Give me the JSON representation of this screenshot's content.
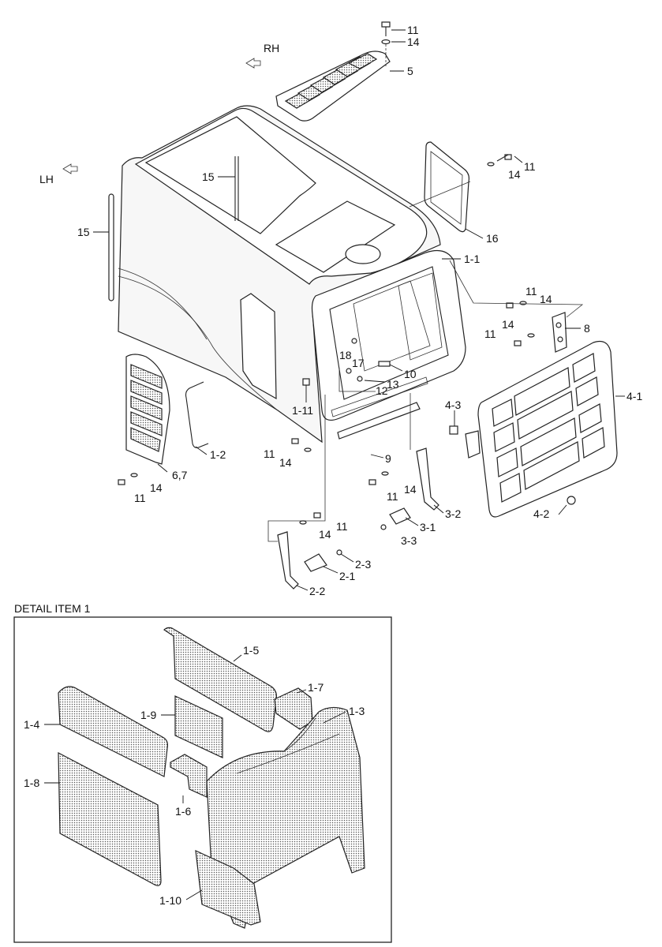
{
  "directions": {
    "rh": "RH",
    "lh": "LH"
  },
  "detail_title": "DETAIL ITEM 1",
  "callouts": {
    "c11a": "11",
    "c14a": "14",
    "c5": "5",
    "c11b": "11",
    "c14b": "14",
    "c16": "16",
    "c15a": "15",
    "c15b": "15",
    "c1_1": "1-1",
    "c11c": "11",
    "c14c": "14",
    "c8": "8",
    "c14d": "14",
    "c11d": "11",
    "c18": "18",
    "c17": "17",
    "c10": "10",
    "c13": "13",
    "c12": "12",
    "c1_11": "1-11",
    "c1_2": "1-2",
    "c6_7": "6,7",
    "c14e": "14",
    "c11e": "11",
    "c11f": "11",
    "c14f": "14",
    "c9": "9",
    "c4_3": "4-3",
    "c4_1": "4-1",
    "c4_2": "4-2",
    "c14g": "14",
    "c11g": "11",
    "c3_2": "3-2",
    "c3_1": "3-1",
    "c3_3": "3-3",
    "c11h": "11",
    "c14h": "14",
    "c2_3": "2-3",
    "c2_1": "2-1",
    "c2_2": "2-2",
    "c1_5": "1-5",
    "c1_7": "1-7",
    "c1_3": "1-3",
    "c1_9": "1-9",
    "c1_4": "1-4",
    "c1_8": "1-8",
    "c1_6": "1-6",
    "c1_10": "1-10"
  }
}
